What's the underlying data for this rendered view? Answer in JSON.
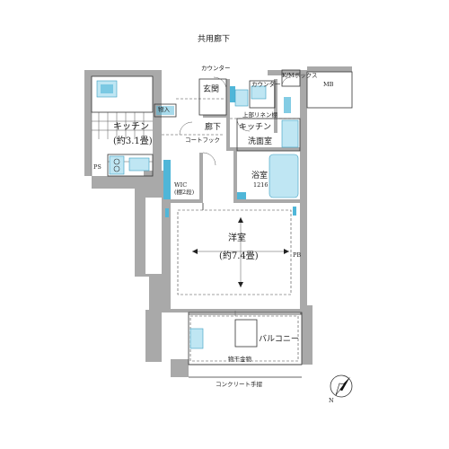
{
  "labels": {
    "corridor_shared": "共用廊下",
    "counter_top": "カウンター",
    "counter_right": "カウンター",
    "entrance": "玄関",
    "mb": "MB",
    "kitchen": "キッチン",
    "kitchen_size": "(約3.1畳)",
    "storage": "物入",
    "hallway": "廊下",
    "hallway_right": "キッチン",
    "coat_hook": "コートフック",
    "washroom": "洗面室",
    "ps": "PS",
    "bath": "浴室",
    "bath_size": "1216",
    "wic": "WIC",
    "wic_note": "(棚2段)",
    "western": "洋室",
    "western_size": "(約7.4畳)",
    "pb": "PB",
    "balcony": "バルコニー",
    "handrail": "物干金物",
    "concrete": "コンクリート手摺",
    "meter": "K/Mボックス",
    "top_linen": "上部リネン棚",
    "north_mark": "N"
  },
  "colors": {
    "wall": "#a9a9a9",
    "fixture": "#4fb6d8",
    "fixture_light": "#bfe6f3"
  }
}
